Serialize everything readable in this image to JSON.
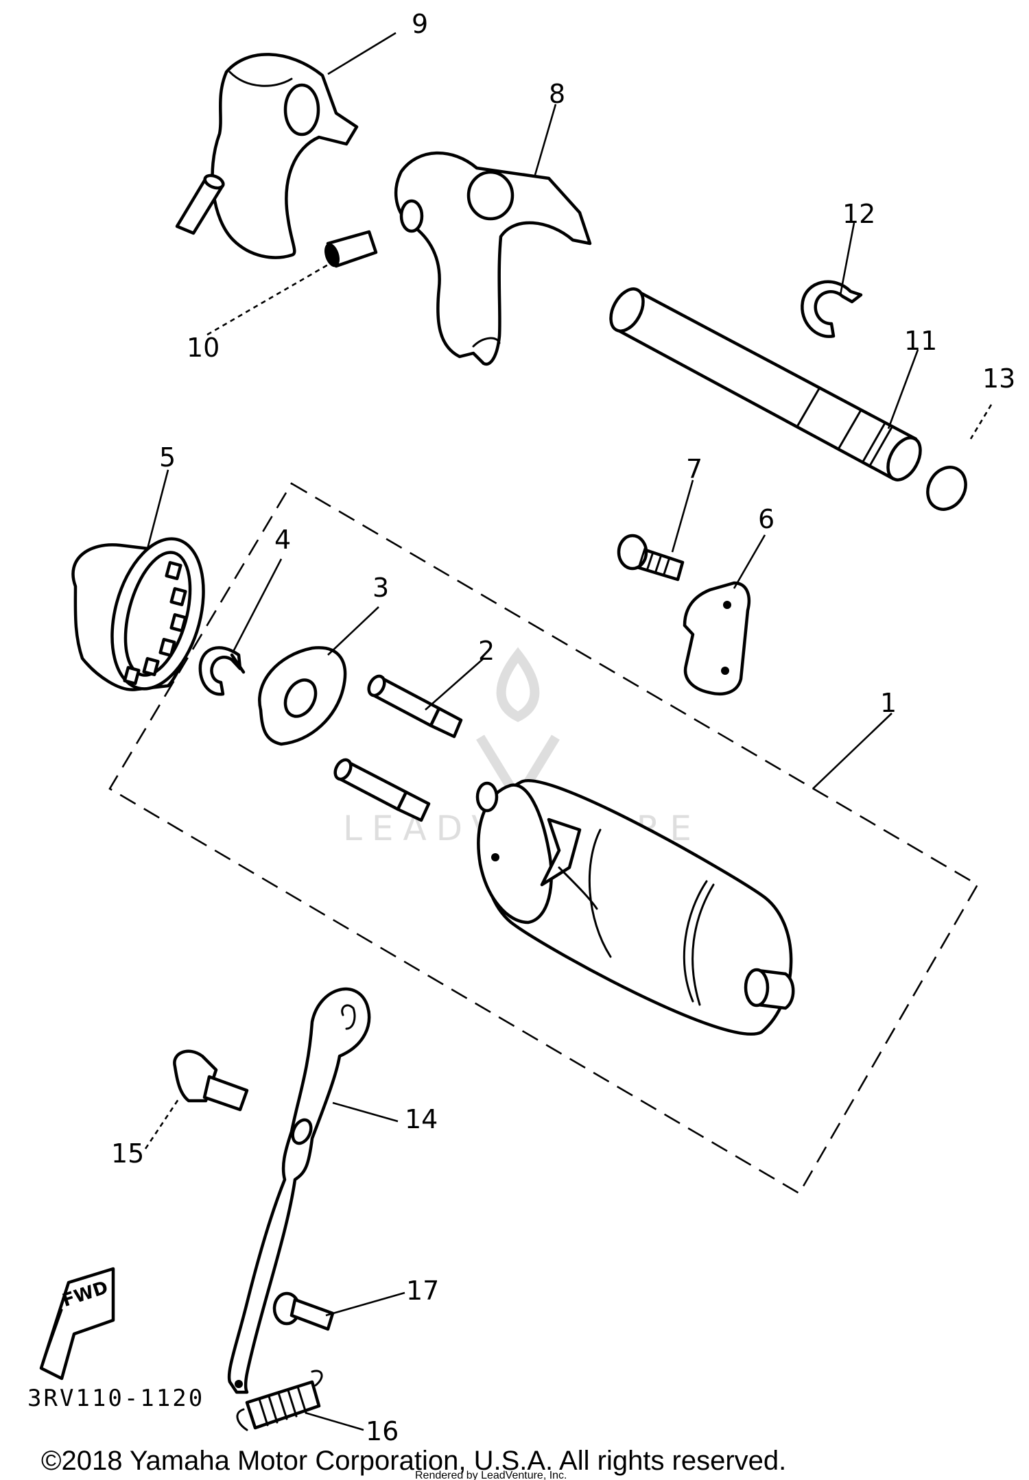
{
  "diagram": {
    "callouts": [
      "9",
      "8",
      "12",
      "10",
      "11",
      "13",
      "5",
      "7",
      "6",
      "4",
      "3",
      "2",
      "1",
      "15",
      "14",
      "17",
      "16"
    ],
    "reference_code": "3RV110-1120",
    "fwd_label": "FWD",
    "watermark_text": "LEADVENTURE",
    "copyright": "©2018 Yamaha Motor Corporation, U.S.A. All rights reserved.",
    "rendered_by": "Rendered by LeadVenture, Inc."
  }
}
